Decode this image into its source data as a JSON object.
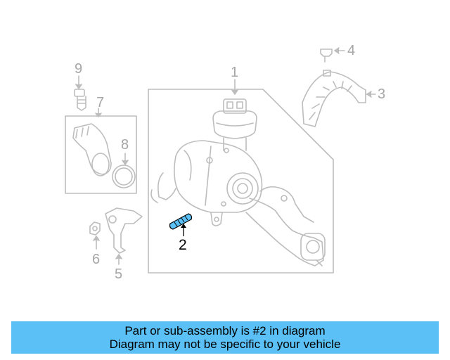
{
  "diagram": {
    "callouts": [
      {
        "id": "1",
        "highlighted": false
      },
      {
        "id": "2",
        "highlighted": true
      },
      {
        "id": "3",
        "highlighted": false
      },
      {
        "id": "4",
        "highlighted": false
      },
      {
        "id": "5",
        "highlighted": false
      },
      {
        "id": "6",
        "highlighted": false
      },
      {
        "id": "7",
        "highlighted": false
      },
      {
        "id": "8",
        "highlighted": false
      },
      {
        "id": "9",
        "highlighted": false
      }
    ],
    "colors": {
      "line_art": "#bdbdbd",
      "label": "#a6a6a6",
      "highlight_part": "#5bc0f5",
      "highlight_label": "#000000"
    }
  },
  "banner": {
    "line1": "Part or sub-assembly is #2 in diagram",
    "line2": "Diagram may not be specific to your vehicle",
    "color": "#5bc0f5"
  }
}
